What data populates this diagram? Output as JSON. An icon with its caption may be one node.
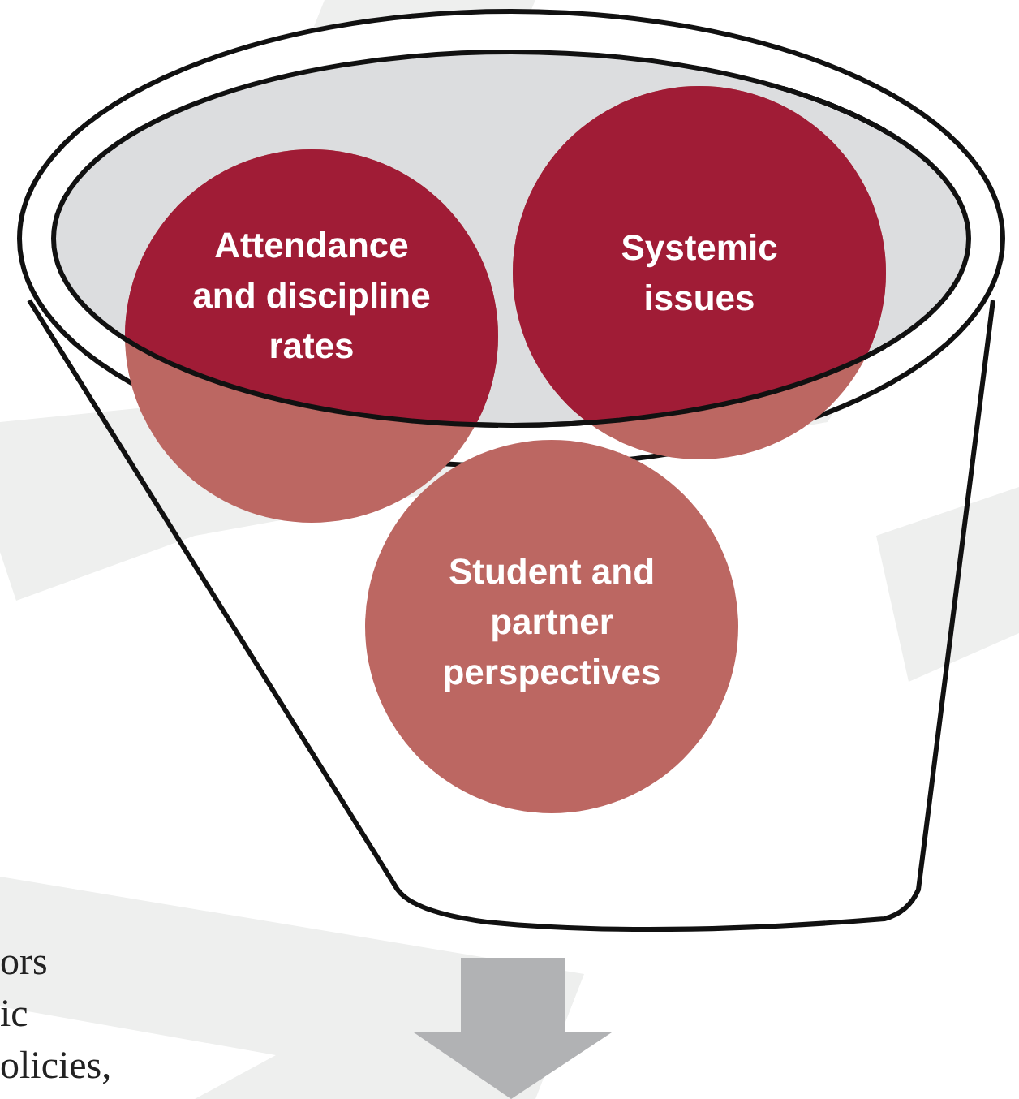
{
  "diagram": {
    "nodes": [
      {
        "text": [],
        "shape": "funnel"
      },
      {
        "text": [
          "Attendance and discipline rates"
        ],
        "in": 0
      },
      {
        "text": [
          "Systemic issues"
        ],
        "in": 0
      },
      {
        "text": [
          "Student and partner perspectives"
        ],
        "in": 0
      }
    ],
    "labels": [
      "ors",
      "ic",
      "olicies,"
    ]
  }
}
